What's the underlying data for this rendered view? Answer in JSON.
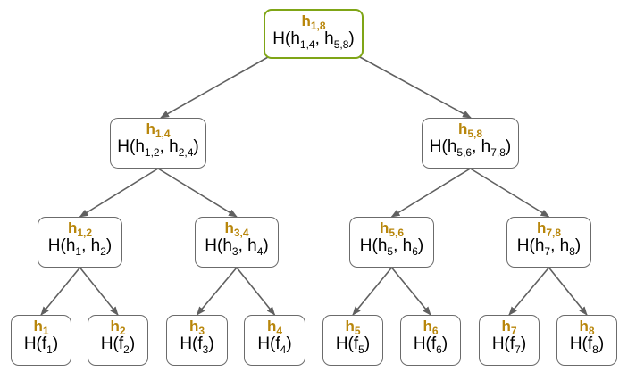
{
  "diagram": {
    "title": "Merkle hash tree",
    "accent_colors": {
      "label": "#b8860b",
      "root_border": "#7fa516",
      "node_border": "#6b6b6b",
      "edge": "#606060"
    },
    "nodes": {
      "h18": {
        "label": "h",
        "label_sub": "1,8",
        "fn": "H(h",
        "arg1_sub": "1,4",
        "mid": ", h",
        "arg2_sub": "5,8",
        "close": ")"
      },
      "h14": {
        "label": "h",
        "label_sub": "1,4",
        "fn": "H(h",
        "arg1_sub": "1,2",
        "mid": ", h",
        "arg2_sub": "2,4",
        "close": ")"
      },
      "h58": {
        "label": "h",
        "label_sub": "5,8",
        "fn": "H(h",
        "arg1_sub": "5,6",
        "mid": ", h",
        "arg2_sub": "7,8",
        "close": ")"
      },
      "h12": {
        "label": "h",
        "label_sub": "1,2",
        "fn": "H(h",
        "arg1_sub": "1",
        "mid": ", h",
        "arg2_sub": "2",
        "close": ")"
      },
      "h34": {
        "label": "h",
        "label_sub": "3,4",
        "fn": "H(h",
        "arg1_sub": "3",
        "mid": ", h",
        "arg2_sub": "4",
        "close": ")"
      },
      "h56": {
        "label": "h",
        "label_sub": "5,6",
        "fn": "H(h",
        "arg1_sub": "5",
        "mid": ", h",
        "arg2_sub": "6",
        "close": ")"
      },
      "h78": {
        "label": "h",
        "label_sub": "7,8",
        "fn": "H(h",
        "arg1_sub": "7",
        "mid": ", h",
        "arg2_sub": "8",
        "close": ")"
      },
      "h1": {
        "label": "h",
        "label_sub": "1",
        "fn": "H(f",
        "arg_sub": "1",
        "close": ")"
      },
      "h2": {
        "label": "h",
        "label_sub": "2",
        "fn": "H(f",
        "arg_sub": "2",
        "close": ")"
      },
      "h3": {
        "label": "h",
        "label_sub": "3",
        "fn": "H(f",
        "arg_sub": "3",
        "close": ")"
      },
      "h4": {
        "label": "h",
        "label_sub": "4",
        "fn": "H(f",
        "arg_sub": "4",
        "close": ")"
      },
      "h5": {
        "label": "h",
        "label_sub": "5",
        "fn": "H(f",
        "arg_sub": "5",
        "close": ")"
      },
      "h6": {
        "label": "h",
        "label_sub": "6",
        "fn": "H(f",
        "arg_sub": "6",
        "close": ")"
      },
      "h7": {
        "label": "h",
        "label_sub": "7",
        "fn": "H(f",
        "arg_sub": "7",
        "close": ")"
      },
      "h8": {
        "label": "h",
        "label_sub": "8",
        "fn": "H(f",
        "arg_sub": "8",
        "close": ")"
      }
    },
    "edges": [
      {
        "from": "h18",
        "to": "h14"
      },
      {
        "from": "h18",
        "to": "h58"
      },
      {
        "from": "h14",
        "to": "h12"
      },
      {
        "from": "h14",
        "to": "h34"
      },
      {
        "from": "h58",
        "to": "h56"
      },
      {
        "from": "h58",
        "to": "h78"
      },
      {
        "from": "h12",
        "to": "h1"
      },
      {
        "from": "h12",
        "to": "h2"
      },
      {
        "from": "h34",
        "to": "h3"
      },
      {
        "from": "h34",
        "to": "h4"
      },
      {
        "from": "h56",
        "to": "h5"
      },
      {
        "from": "h56",
        "to": "h6"
      },
      {
        "from": "h78",
        "to": "h7"
      },
      {
        "from": "h78",
        "to": "h8"
      }
    ]
  }
}
